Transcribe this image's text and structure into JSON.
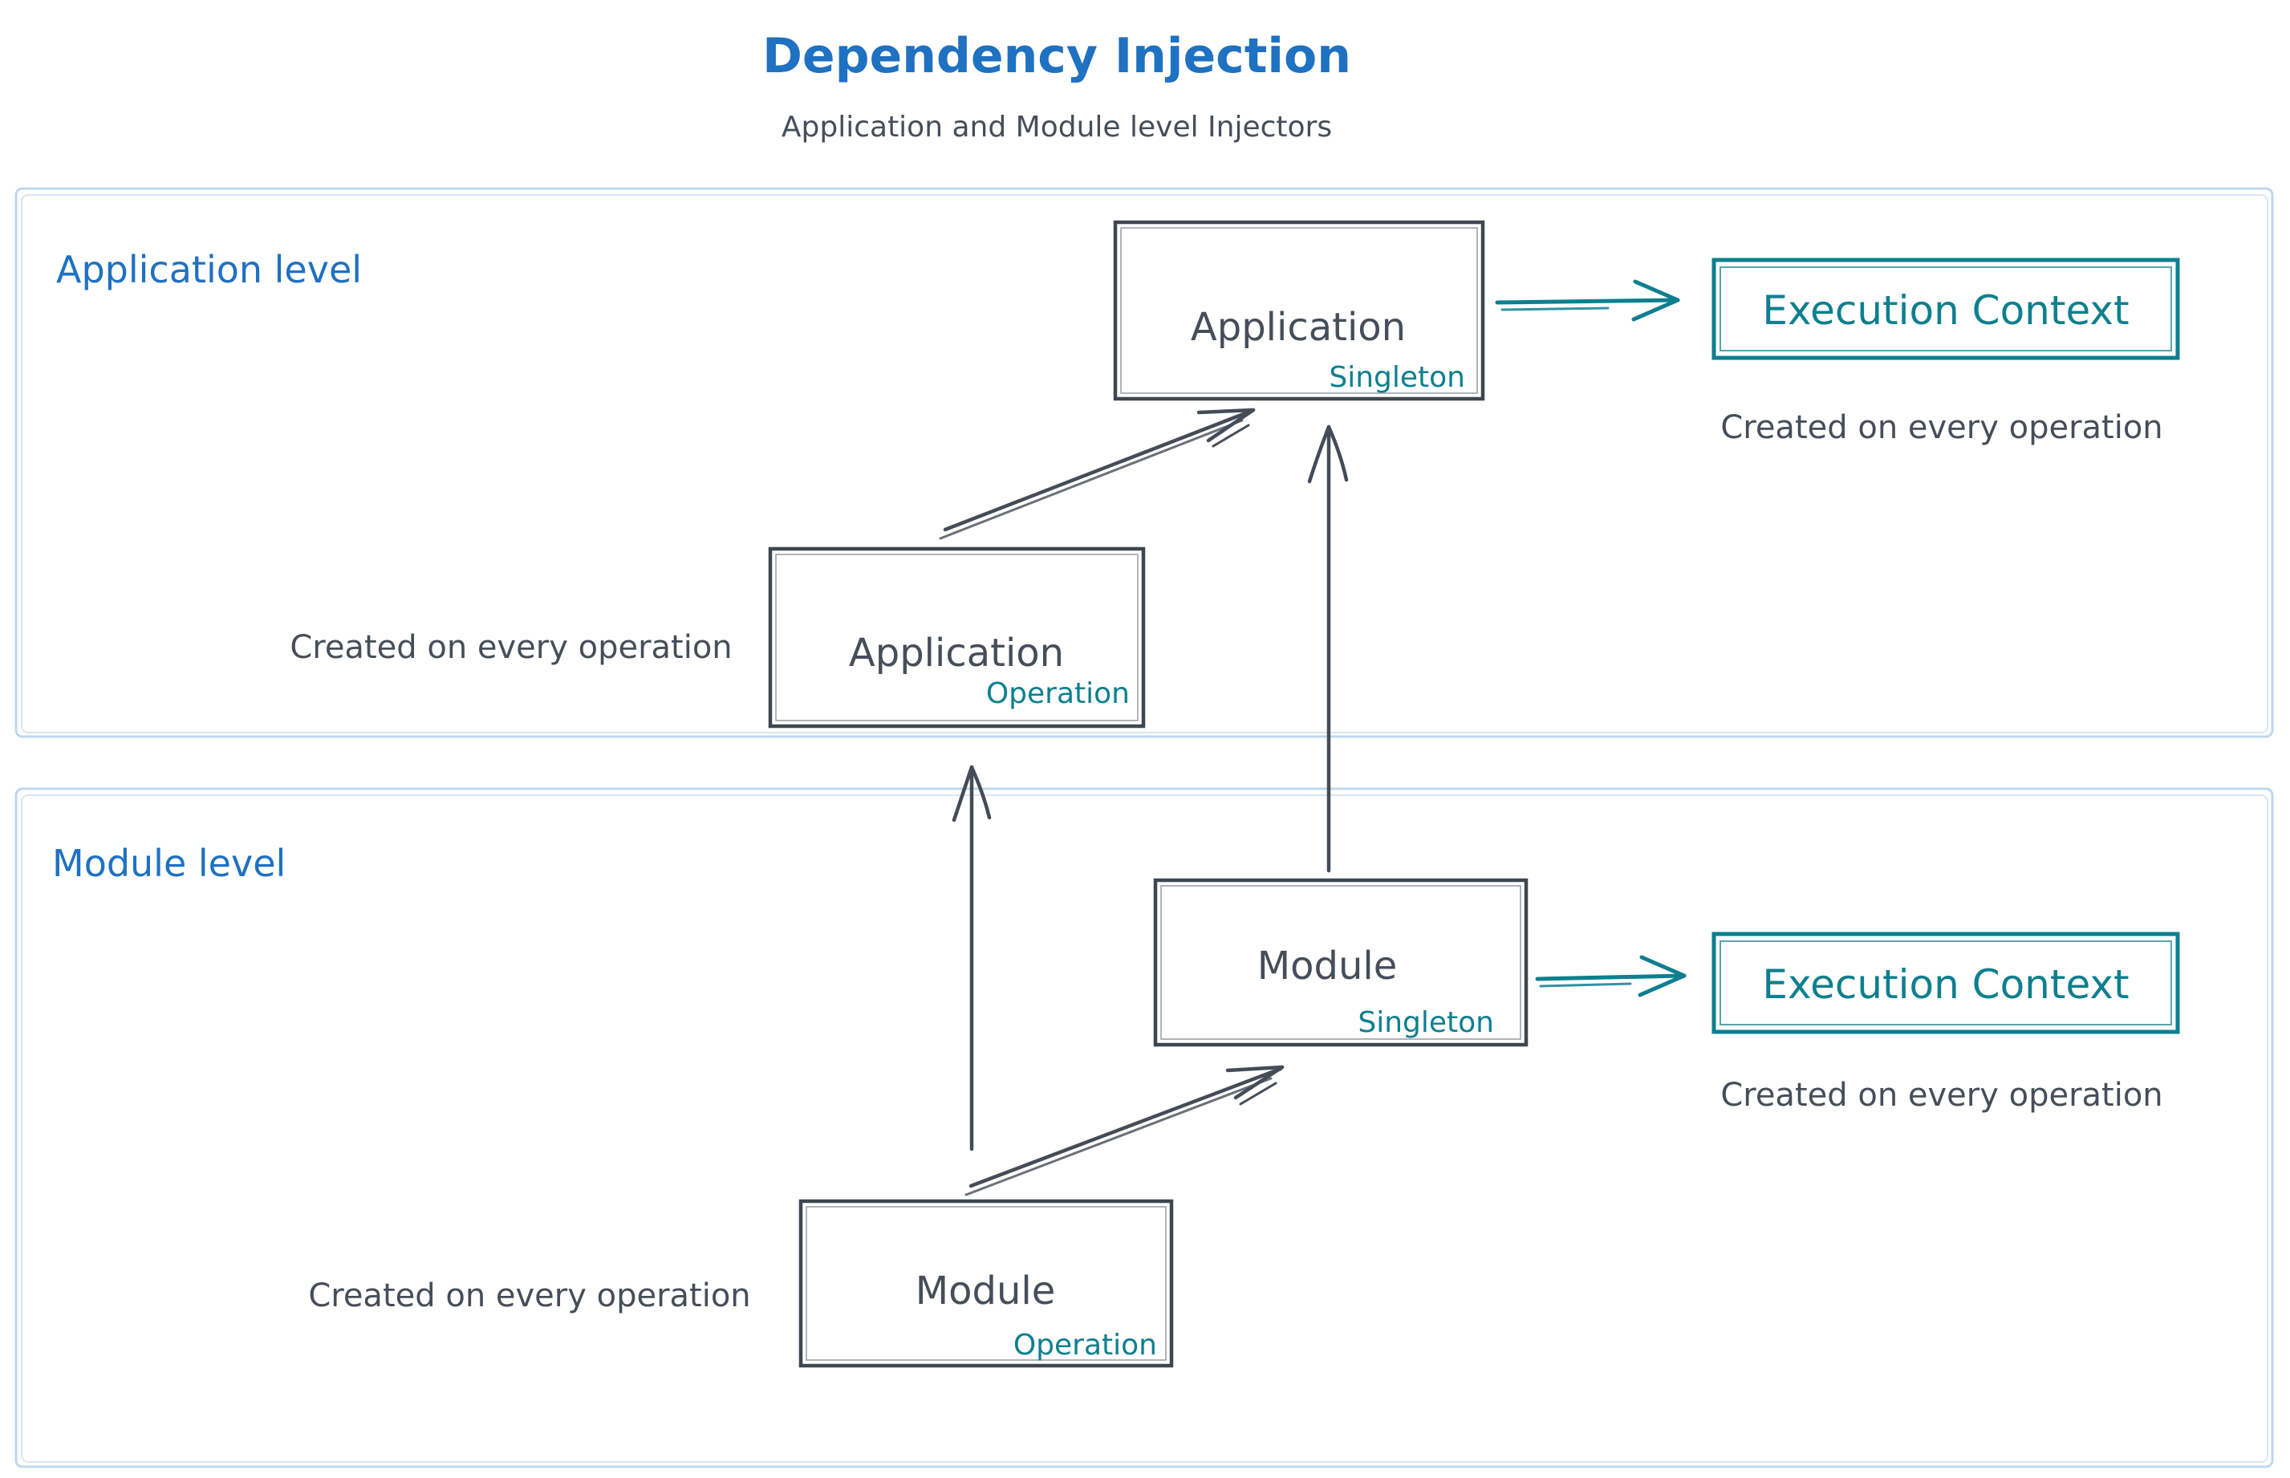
{
  "title": "Dependency Injection",
  "subtitle": "Application and Module level Injectors",
  "colors": {
    "heading_blue": "#1f71c1",
    "ink_dark": "#454e59",
    "accent_teal": "#0e7f8f",
    "container_border_blue": "#bfd7ef"
  },
  "sections": {
    "application": {
      "label": "Application level"
    },
    "module": {
      "label": "Module level"
    }
  },
  "nodes": {
    "app_singleton": {
      "name": "Application",
      "variant": "Singleton"
    },
    "app_operation": {
      "name": "Application",
      "variant": "Operation"
    },
    "module_singleton": {
      "name": "Module",
      "variant": "Singleton"
    },
    "module_operation": {
      "name": "Module",
      "variant": "Operation"
    },
    "app_execution_context": {
      "name": "Execution Context",
      "caption": "Created on every operation"
    },
    "module_execution_context": {
      "name": "Execution Context",
      "caption": "Created on every operation"
    },
    "app_operation_caption": {
      "text": "Created on every operation"
    },
    "module_operation_caption": {
      "text": "Created on every operation"
    }
  }
}
